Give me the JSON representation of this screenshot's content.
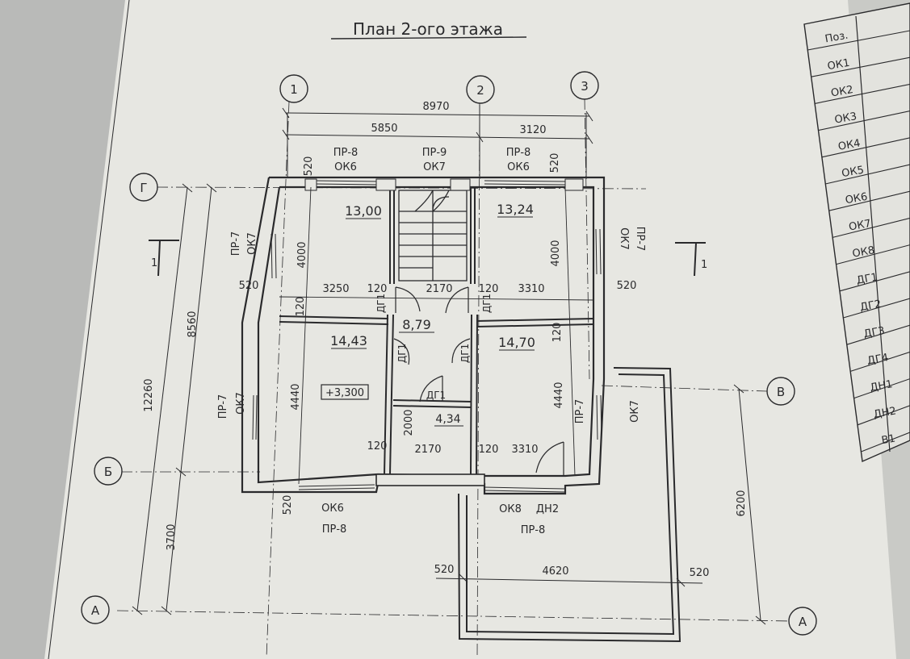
{
  "title": "План 2-ого этажа",
  "axes": {
    "a1": "1",
    "a2": "2",
    "a3": "3",
    "g": "Г",
    "v": "В",
    "b": "Б",
    "a_left": "А",
    "a_right": "А"
  },
  "section_marks": {
    "left": "1",
    "right": "1"
  },
  "dims": {
    "d8970": "8970",
    "d5850": "5850",
    "d3120": "3120",
    "d520_tl": "520",
    "d520_tr": "520",
    "d4000_l": "4000",
    "d4000_r": "4000",
    "d520_ml": "520",
    "d3250": "3250",
    "d120_a": "120",
    "d2170_a": "2170",
    "d120_b": "120",
    "d3310_a": "3310",
    "d520_mr": "520",
    "d120_v1": "120",
    "d120_v2": "120",
    "d4440_l": "4440",
    "d4440_r": "4440",
    "d2000": "2000",
    "d120_c": "120",
    "d2170_b": "2170",
    "d120_d": "120",
    "d3310_b": "3310",
    "d8560": "8560",
    "d12260": "12260",
    "d3700": "3700",
    "d520_bl": "520",
    "d520_bot": "520",
    "d4620": "4620",
    "d520_bot2": "520",
    "d6200": "6200"
  },
  "rooms": {
    "r1": "13,00",
    "r2": "13,24",
    "r3": "8,79",
    "r4": "14,43",
    "r5": "14,70",
    "r6": "4,34"
  },
  "level": "+3,300",
  "labels": {
    "pr8_l": "ПР-8",
    "ok6_l": "ОК6",
    "pr9": "ПР-9",
    "ok7_t": "ОК7",
    "pr8_r": "ПР-8",
    "ok6_r": "ОК6",
    "pr7_l1": "ПР-7",
    "ok7_l1": "ОК7",
    "ok7_r1": "ОК7",
    "pr7_r1": "ПР-7",
    "pr7_l2": "ПР-7",
    "ok7_l2": "ОК7",
    "pr7_r2": "ПР-7",
    "ok7_r2": "ОК7",
    "dg1_a": "ДГ1",
    "dg1_b": "ДГ1",
    "dg1_c": "ДГ1",
    "dg1_d": "ДГ1",
    "dg1_e": "ДГ1",
    "ok6_b": "ОК6",
    "pr8_b": "ПР-8",
    "ok8_b": "ОК8",
    "dn2_b": "ДН2",
    "pr8_b2": "ПР-8"
  },
  "table": {
    "header": "Поз.",
    "rows": [
      "ОК1",
      "ОК2",
      "ОК3",
      "ОК4",
      "ОК5",
      "ОК6",
      "ОК7",
      "ОК8",
      "ДГ1",
      "ДГ2",
      "ДГ3",
      "ДГ4",
      "ДН1",
      "ДН2",
      "В1"
    ]
  },
  "colors": {
    "paper": "#e7e7e2",
    "ink": "#2a2a2c",
    "background": "#7d7f84"
  }
}
